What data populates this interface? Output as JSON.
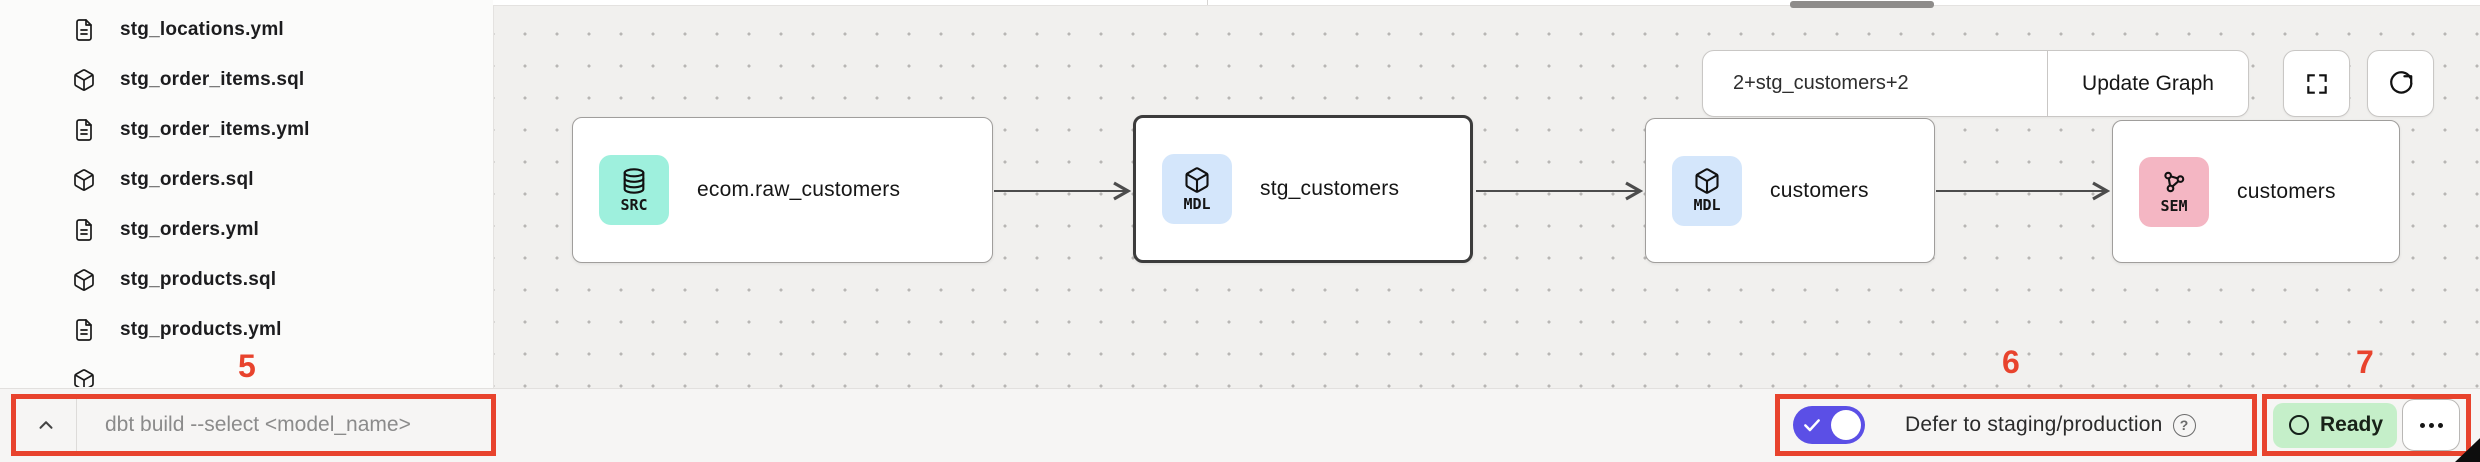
{
  "sidebar": {
    "files": [
      {
        "name": "stg_locations.yml",
        "kind": "yml"
      },
      {
        "name": "stg_order_items.sql",
        "kind": "sql"
      },
      {
        "name": "stg_order_items.yml",
        "kind": "yml"
      },
      {
        "name": "stg_orders.sql",
        "kind": "sql"
      },
      {
        "name": "stg_orders.yml",
        "kind": "yml"
      },
      {
        "name": "stg_products.sql",
        "kind": "sql"
      },
      {
        "name": "stg_products.yml",
        "kind": "yml"
      }
    ]
  },
  "graph": {
    "selector_value": "2+stg_customers+2",
    "update_button_label": "Update Graph",
    "nodes": [
      {
        "badge": "SRC",
        "label": "ecom.raw_customers",
        "selected": false
      },
      {
        "badge": "MDL",
        "label": "stg_customers",
        "selected": true
      },
      {
        "badge": "MDL",
        "label": "customers",
        "selected": false
      },
      {
        "badge": "SEM",
        "label": "customers",
        "selected": false
      }
    ],
    "badge_colors": {
      "SRC": "#9ef0dd",
      "MDL": "#d4e6fb",
      "SEM": "#f4b6c3"
    }
  },
  "command_bar": {
    "placeholder": "dbt build --select <model_name>"
  },
  "status_bar": {
    "defer_label": "Defer to staging/production",
    "defer_enabled": true,
    "ready_label": "Ready"
  },
  "annotations": {
    "five": "5",
    "six": "6",
    "seven": "7"
  },
  "colors": {
    "annotation_red": "#e8432d",
    "toggle_on_purple": "#5b4fe6",
    "ready_green_bg": "#c5efc9",
    "canvas_bg": "#f1f0ee"
  }
}
